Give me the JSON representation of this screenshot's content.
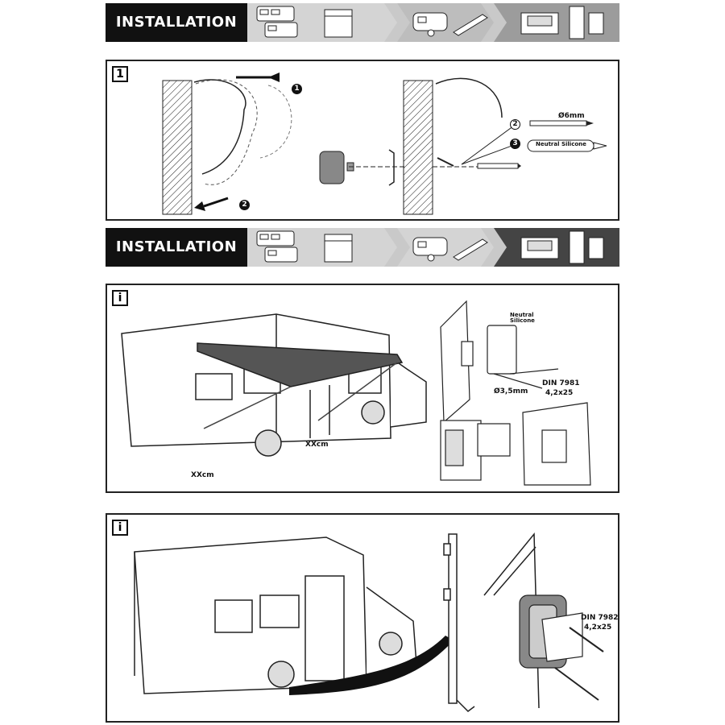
{
  "banners": [
    {
      "title": "INSTALLATION"
    },
    {
      "title": "INSTALLATION"
    }
  ],
  "panel1": {
    "step": "1",
    "steps": [
      "1",
      "2",
      "3"
    ],
    "callout_2": "2",
    "callout_3": "3",
    "drill_label": "Ø6mm",
    "sealant_label": "Neutral Silicone"
  },
  "panel2": {
    "step": "i",
    "measure_left": "XXcm",
    "measure_right": "XXcm",
    "sealant_label": "Neutral Silicone",
    "drill_label": "Ø3,5mm",
    "screw_label_line1": "DIN 7981",
    "screw_label_line2": "4,2x25"
  },
  "panel3": {
    "step": "i",
    "screw_label_line1": "DIN 7982",
    "screw_label_line2": "4,2x25"
  }
}
